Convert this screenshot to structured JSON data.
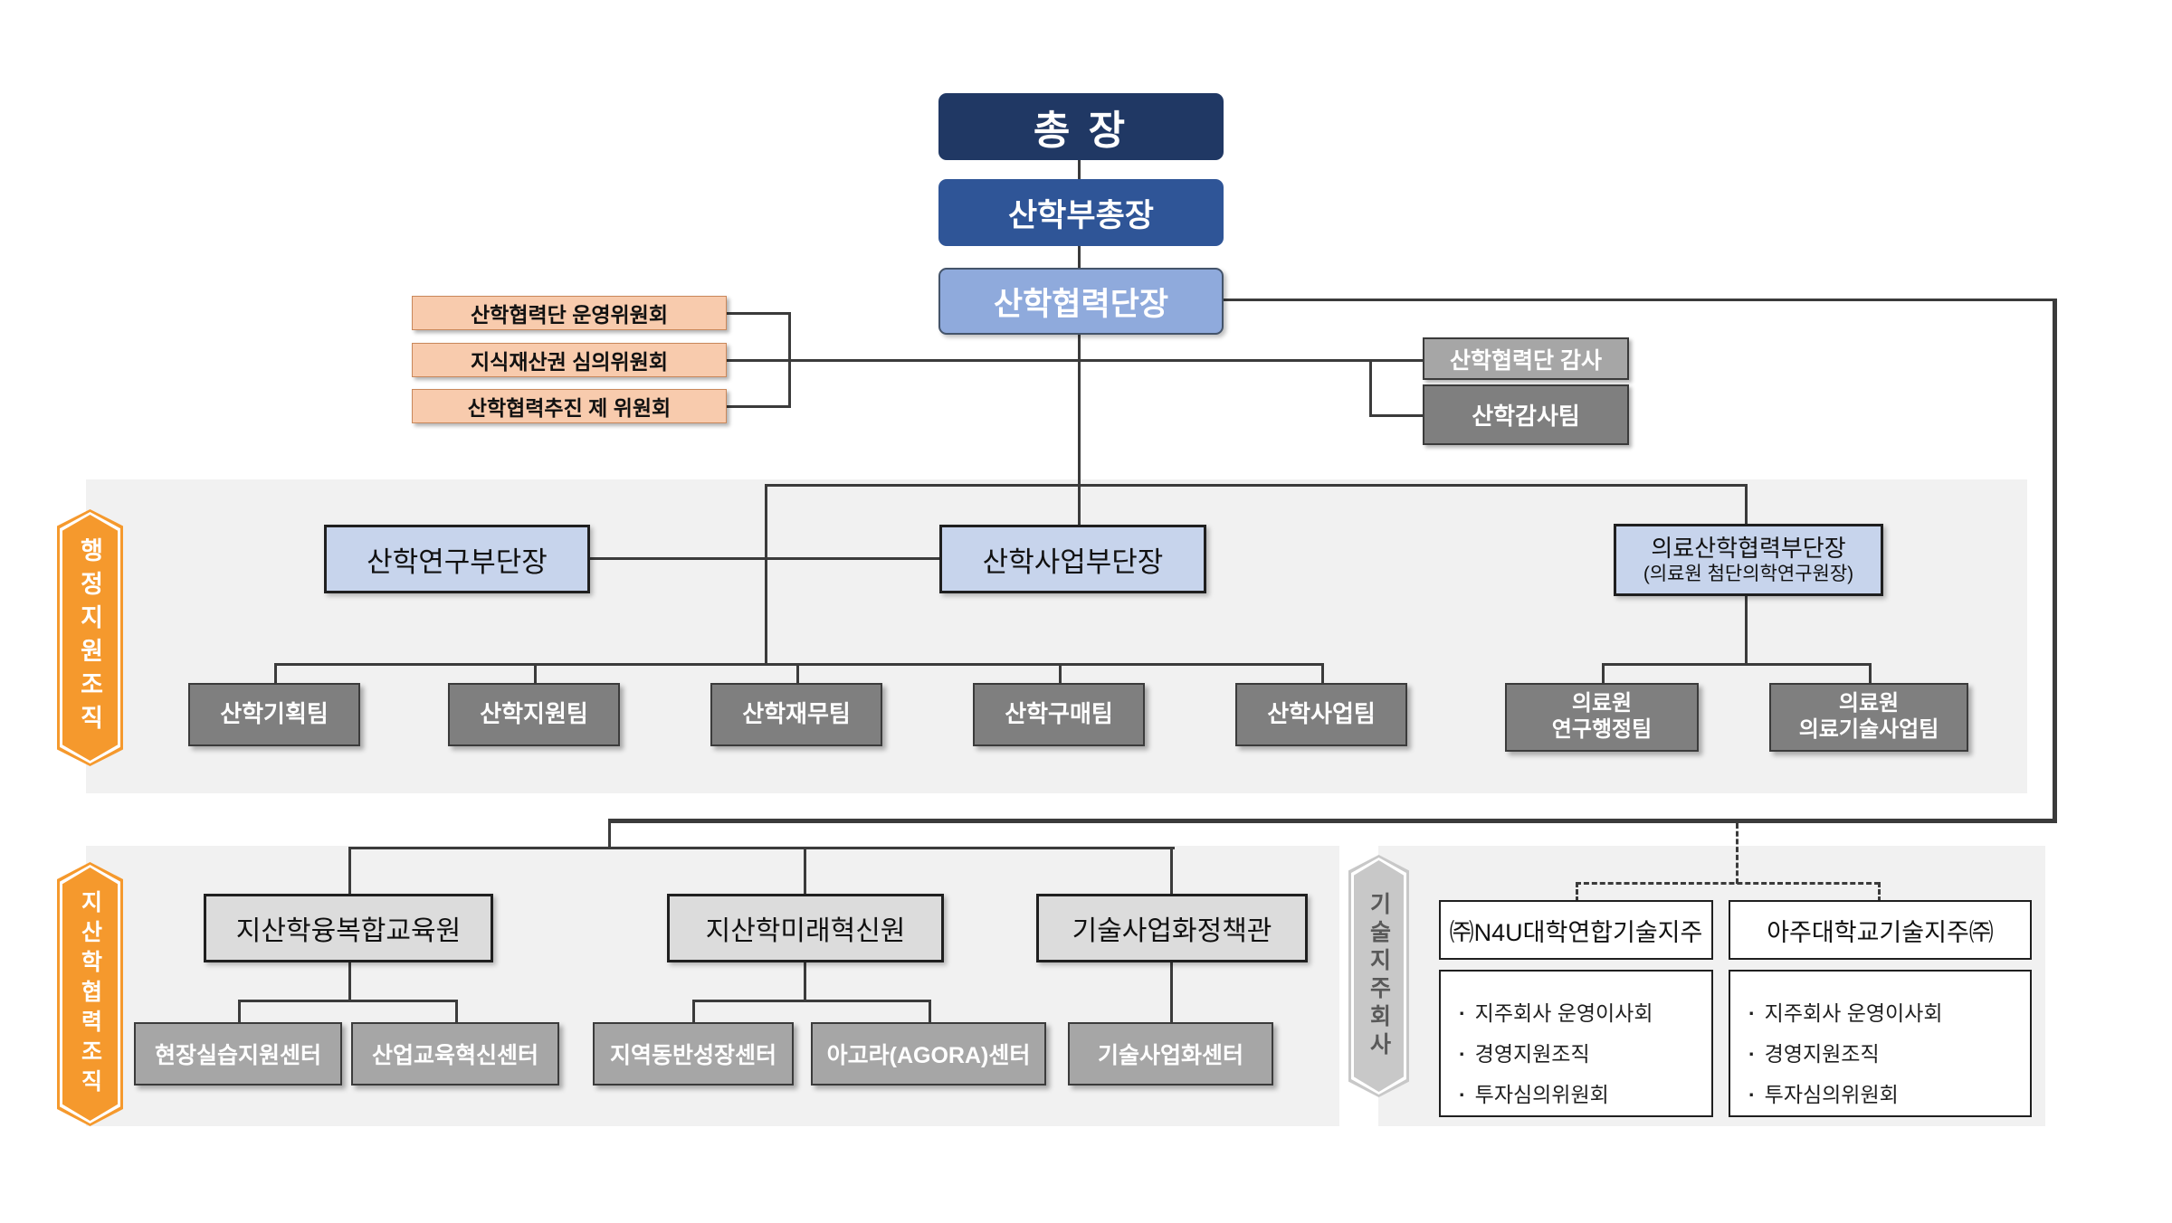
{
  "top": {
    "president": "총  장",
    "vice_president": "산학부총장",
    "foundation_head": "산학협력단장"
  },
  "committees": {
    "items": [
      "산학협력단 운영위원회",
      "지식재산권 심의위원회",
      "산학협력추진 제 위원회"
    ]
  },
  "audit": {
    "title": "산학협력단 감사",
    "team": "산학감사팀"
  },
  "admin_section": {
    "label": "행정지원조직",
    "deputy_research": "산학연구부단장",
    "deputy_business": "산학사업부단장",
    "deputy_medical_title": "의료산학협력부단장",
    "deputy_medical_subtitle": "(의료원 첨단의학연구원장)",
    "teams": [
      "산학기획팀",
      "산학지원팀",
      "산학재무팀",
      "산학구매팀",
      "산학사업팀"
    ],
    "medical_team_1": "의료원\n연구행정팀",
    "medical_team_2": "의료원\n의료기술사업팀"
  },
  "regional_section": {
    "label": "지산학협력조직",
    "institutes": [
      "지산학융복합교육원",
      "지산학미래혁신원",
      "기술사업화정책관"
    ],
    "centers": [
      "현장실습지원센터",
      "산업교육혁신센터",
      "지역동반성장센터",
      "아고라(AGORA)센터",
      "기술사업화센터"
    ]
  },
  "holding_section": {
    "label": "기술지주회사",
    "companies": [
      {
        "name": "㈜N4U대학연합기술지주",
        "items": [
          "지주회사 운영이사회",
          "경영지원조직",
          "투자심의위원회"
        ]
      },
      {
        "name": "아주대학교기술지주㈜",
        "items": [
          "지주회사 운영이사회",
          "경영지원조직",
          "투자심의위원회"
        ]
      }
    ]
  },
  "colors": {
    "president_bg": "#203864",
    "vp_bg": "#2F5597",
    "head_bg": "#8FAADC",
    "committee_bg": "#F8CBAD",
    "team_bg": "#7F7F7F",
    "audit_bg": "#A6A6A6",
    "deputy_bg": "#C7D4EC",
    "institute_bg": "#DCDCDC",
    "panel_bg": "#F1F1F1",
    "label_orange": "#F5992D",
    "label_gray": "#C8C8C8",
    "line": "#3B3B3B"
  }
}
